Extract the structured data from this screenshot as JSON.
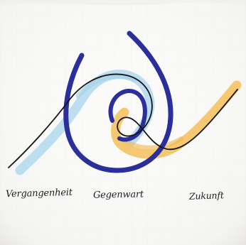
{
  "image": {
    "subject": "hand-drawn flipchart sketch",
    "labels": {
      "past": "Vergangenheit",
      "present": "Gegenwart",
      "future": "Zukunft"
    },
    "colors": {
      "paper": "#fafaf9",
      "past_band": "#b9dcee",
      "future_band": "#f4c56a",
      "spiral": "#2b2f9c",
      "ink": "#1d1d1f"
    }
  }
}
